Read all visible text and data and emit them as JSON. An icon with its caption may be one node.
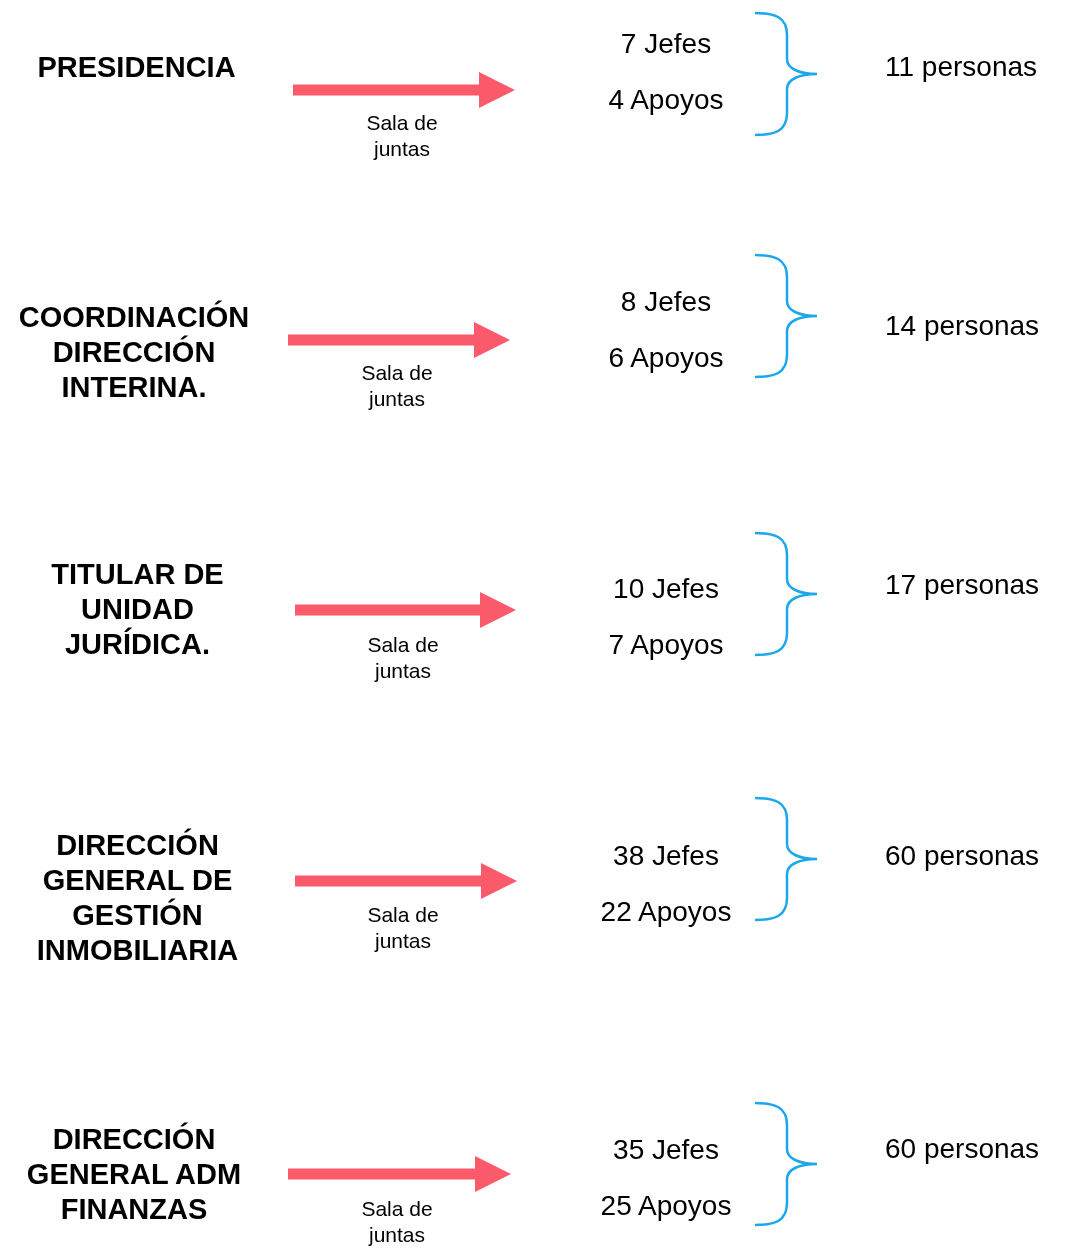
{
  "diagram": {
    "nodes": [
      {
        "text": [
          "PRESIDENCIA"
        ]
      },
      {
        "text": [
          "7 Jefes",
          "4 Apoyos"
        ]
      },
      {
        "text": [
          "COORDINACIÓN DIRECCIÓN INTERINA."
        ]
      },
      {
        "text": [
          "8 Jefes",
          "6 Apoyos"
        ]
      },
      {
        "text": [
          "TITULAR DE UNIDAD JURÍDICA."
        ]
      },
      {
        "text": [
          "10 Jefes",
          "7 Apoyos"
        ]
      },
      {
        "text": [
          "DIRECCIÓN GENERAL DE GESTIÓN INMOBILIARIA"
        ]
      },
      {
        "text": [
          "38 Jefes",
          "22 Apoyos"
        ]
      },
      {
        "text": [
          "DIRECCIÓN GENERAL ADM FINANZAS"
        ]
      },
      {
        "text": [
          "35 Jefes",
          "25 Apoyos"
        ]
      }
    ],
    "labels": [
      "11 personas",
      "14 personas",
      "17 personas",
      "60 personas",
      "60 personas"
    ],
    "edges": [
      {
        "from": 0,
        "to": 1,
        "arrow": "to",
        "label": "Sala de juntas"
      },
      {
        "from": 2,
        "to": 3,
        "arrow": "to",
        "label": "Sala de juntas"
      },
      {
        "from": 4,
        "to": 5,
        "arrow": "to",
        "label": "Sala de juntas"
      },
      {
        "from": 6,
        "to": 7,
        "arrow": "to",
        "label": "Sala de juntas"
      },
      {
        "from": 8,
        "to": 9,
        "arrow": "to",
        "label": "Sala de juntas"
      }
    ]
  }
}
